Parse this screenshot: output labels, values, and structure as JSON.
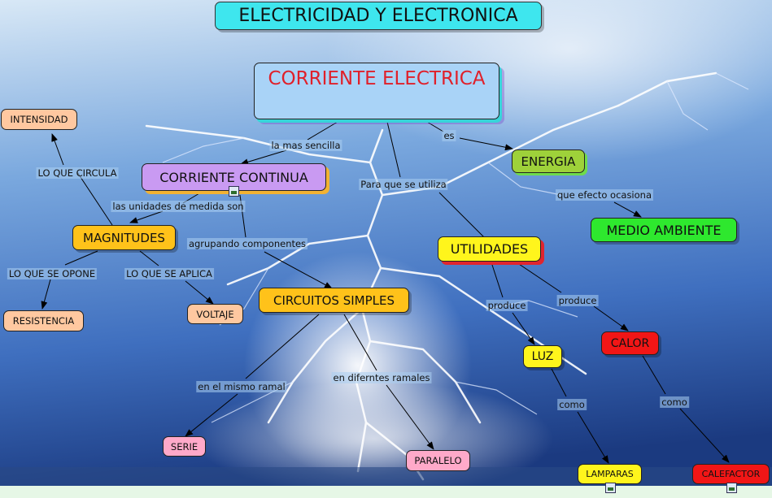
{
  "title": "ELECTRICIDAD Y ELECTRONICA",
  "nodes": {
    "corriente_electrica": "CORRIENTE ELECTRICA",
    "corriente_continua": "CORRIENTE CONTINUA",
    "energia": "ENERGIA",
    "medio_ambiente": "MEDIO AMBIENTE",
    "magnitudes": "MAGNITUDES",
    "intensidad": "INTENSIDAD",
    "resistencia": "RESISTENCIA",
    "voltaje": "VOLTAJE",
    "circuitos_simples": "CIRCUITOS SIMPLES",
    "utilidades": "UTILIDADES",
    "luz": "LUZ",
    "calor": "CALOR",
    "serie": "SERIE",
    "paralelo": "PARALELO",
    "lamparas": "LAMPARAS",
    "calefactor": "CALEFACTOR"
  },
  "links": {
    "la_mas_sencilla": "la mas sencilla",
    "es": "es",
    "para_que_se_utiliza": "Para que se utiliza",
    "que_efecto_ocasiona": "que efecto ocasiona",
    "lo_que_circula": "LO QUE CIRCULA",
    "unidades_de_medida": "las unidades de medida son",
    "agrupando_componentes": "agrupando componentes",
    "lo_que_se_opone": "LO QUE SE OPONE",
    "lo_que_se_aplica": "LO QUE SE APLICA",
    "produce_luz": "produce",
    "produce_calor": "produce",
    "mismo_ramal": "en el mismo ramal",
    "diferentes_ramales": "en difernte​s ramales",
    "como_luz": "como",
    "como_calor": "como"
  },
  "colors": {
    "sky_top": "#d6e6f4",
    "sky_mid": "#5d8fd0",
    "sky_bottom": "#1d3f86",
    "title_box": "#3ee6ee",
    "main_box": "#a9d3f7",
    "main_text": "#e0202a",
    "violet": "#c99af2",
    "olive": "#9ed13a",
    "bright_green": "#2ee82e",
    "orange": "#ffc21a",
    "peach": "#ffc8a0",
    "yellow": "#fff51c",
    "red": "#f11616",
    "pink": "#ffa9c9"
  }
}
